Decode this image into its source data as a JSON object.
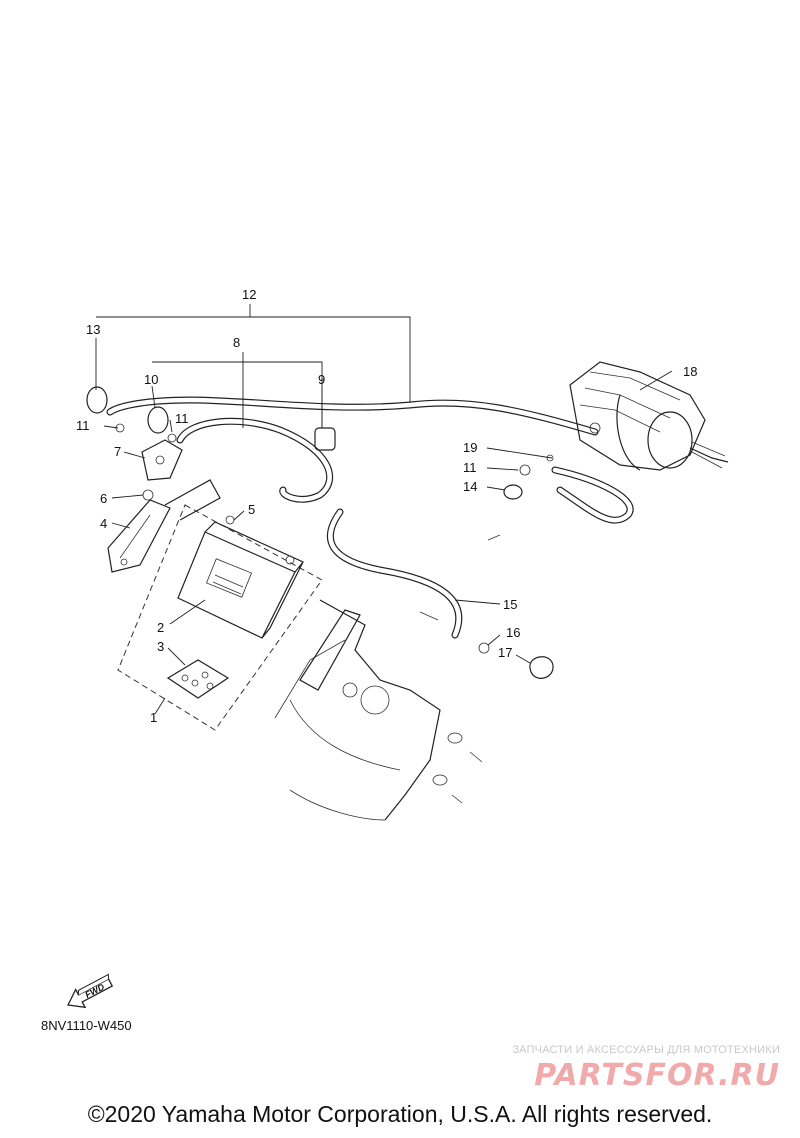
{
  "diagram": {
    "callouts": [
      "1",
      "2",
      "3",
      "4",
      "5",
      "6",
      "7",
      "8",
      "9",
      "10",
      "11",
      "11",
      "11",
      "12",
      "13",
      "14",
      "15",
      "16",
      "17",
      "18",
      "19"
    ],
    "fwd_label": "FWD",
    "diagram_code": "8NV1110-W450"
  },
  "watermark": {
    "tagline": "ЗАПЧАСТИ И АКСЕССУАРЫ ДЛЯ МОТОТЕХНИКИ",
    "logo": "PARTSFOR.RU"
  },
  "footer": {
    "copyright": "©2020 Yamaha Motor Corporation, U.S.A. All rights reserved."
  }
}
